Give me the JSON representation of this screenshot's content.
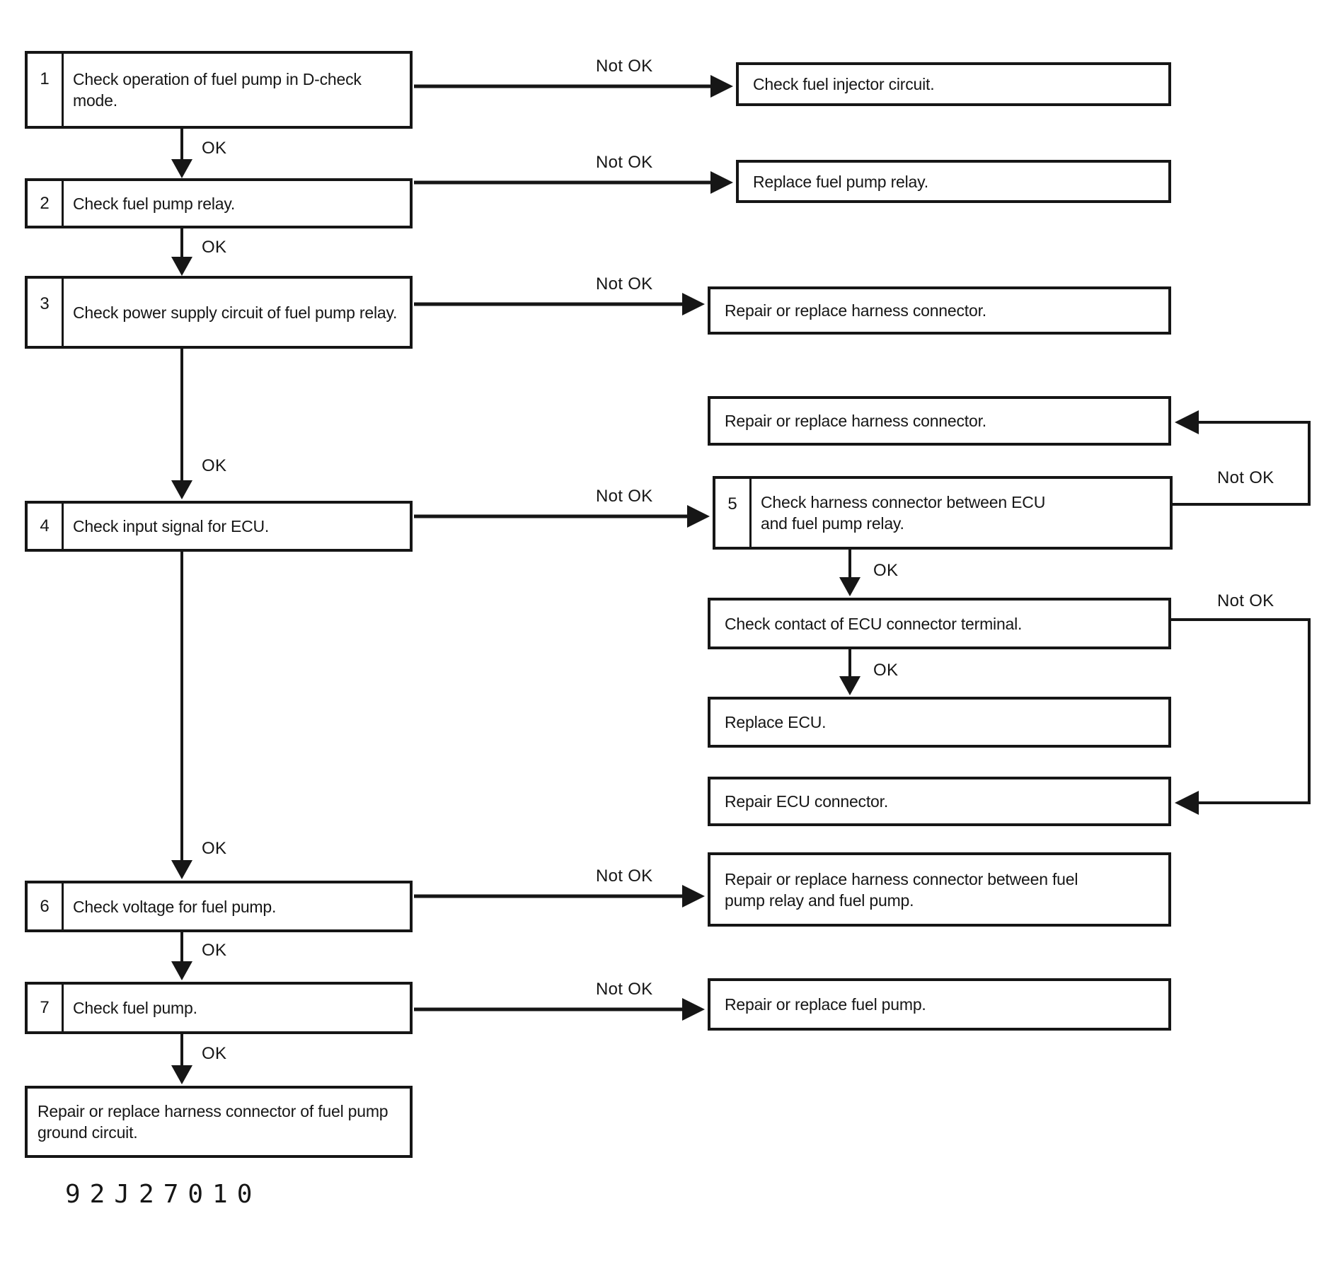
{
  "figure_code": "92J27010",
  "labels": {
    "ok": "OK",
    "not_ok": "Not OK"
  },
  "steps": [
    {
      "num": "1",
      "text": "Check operation of fuel pump in D-check mode."
    },
    {
      "num": "2",
      "text": "Check fuel pump relay."
    },
    {
      "num": "3",
      "text": "Check power supply circuit of fuel pump relay."
    },
    {
      "num": "4",
      "text": "Check input signal for ECU."
    },
    {
      "num": "5",
      "text": "Check harness connector between ECU and fuel pump relay."
    },
    {
      "num": "6",
      "text": "Check voltage for fuel pump."
    },
    {
      "num": "7",
      "text": "Check fuel pump."
    }
  ],
  "results": [
    "Check fuel injector circuit.",
    "Replace fuel pump relay.",
    "Repair or replace harness connector.",
    "Repair or replace harness connector.",
    "Check contact of ECU connector terminal.",
    "Replace ECU.",
    "Repair ECU connector.",
    "Repair or replace harness connector between fuel pump relay and fuel pump.",
    "Repair or replace fuel pump.",
    "Repair or replace harness connector of fuel pump ground circuit."
  ],
  "edges": [
    {
      "from": "step1",
      "label": "OK",
      "to": "step2"
    },
    {
      "from": "step1",
      "label": "Not OK",
      "to": "result1"
    },
    {
      "from": "step2",
      "label": "OK",
      "to": "step3"
    },
    {
      "from": "step2",
      "label": "Not OK",
      "to": "result2"
    },
    {
      "from": "step3",
      "label": "OK",
      "to": "step4"
    },
    {
      "from": "step3",
      "label": "Not OK",
      "to": "result3"
    },
    {
      "from": "step4",
      "label": "OK",
      "to": "step6"
    },
    {
      "from": "step4",
      "label": "Not OK",
      "to": "step5"
    },
    {
      "from": "step5",
      "label": "OK",
      "to": "result5"
    },
    {
      "from": "step5",
      "label": "Not OK",
      "to": "result4"
    },
    {
      "from": "result5",
      "label": "OK",
      "to": "result6"
    },
    {
      "from": "result5",
      "label": "Not OK",
      "to": "result7"
    },
    {
      "from": "step6",
      "label": "OK",
      "to": "step7"
    },
    {
      "from": "step6",
      "label": "Not OK",
      "to": "result8"
    },
    {
      "from": "step7",
      "label": "OK",
      "to": "result10"
    },
    {
      "from": "step7",
      "label": "Not OK",
      "to": "result9"
    }
  ],
  "colors": {
    "ink": "#161616",
    "paper": "#ffffff"
  }
}
